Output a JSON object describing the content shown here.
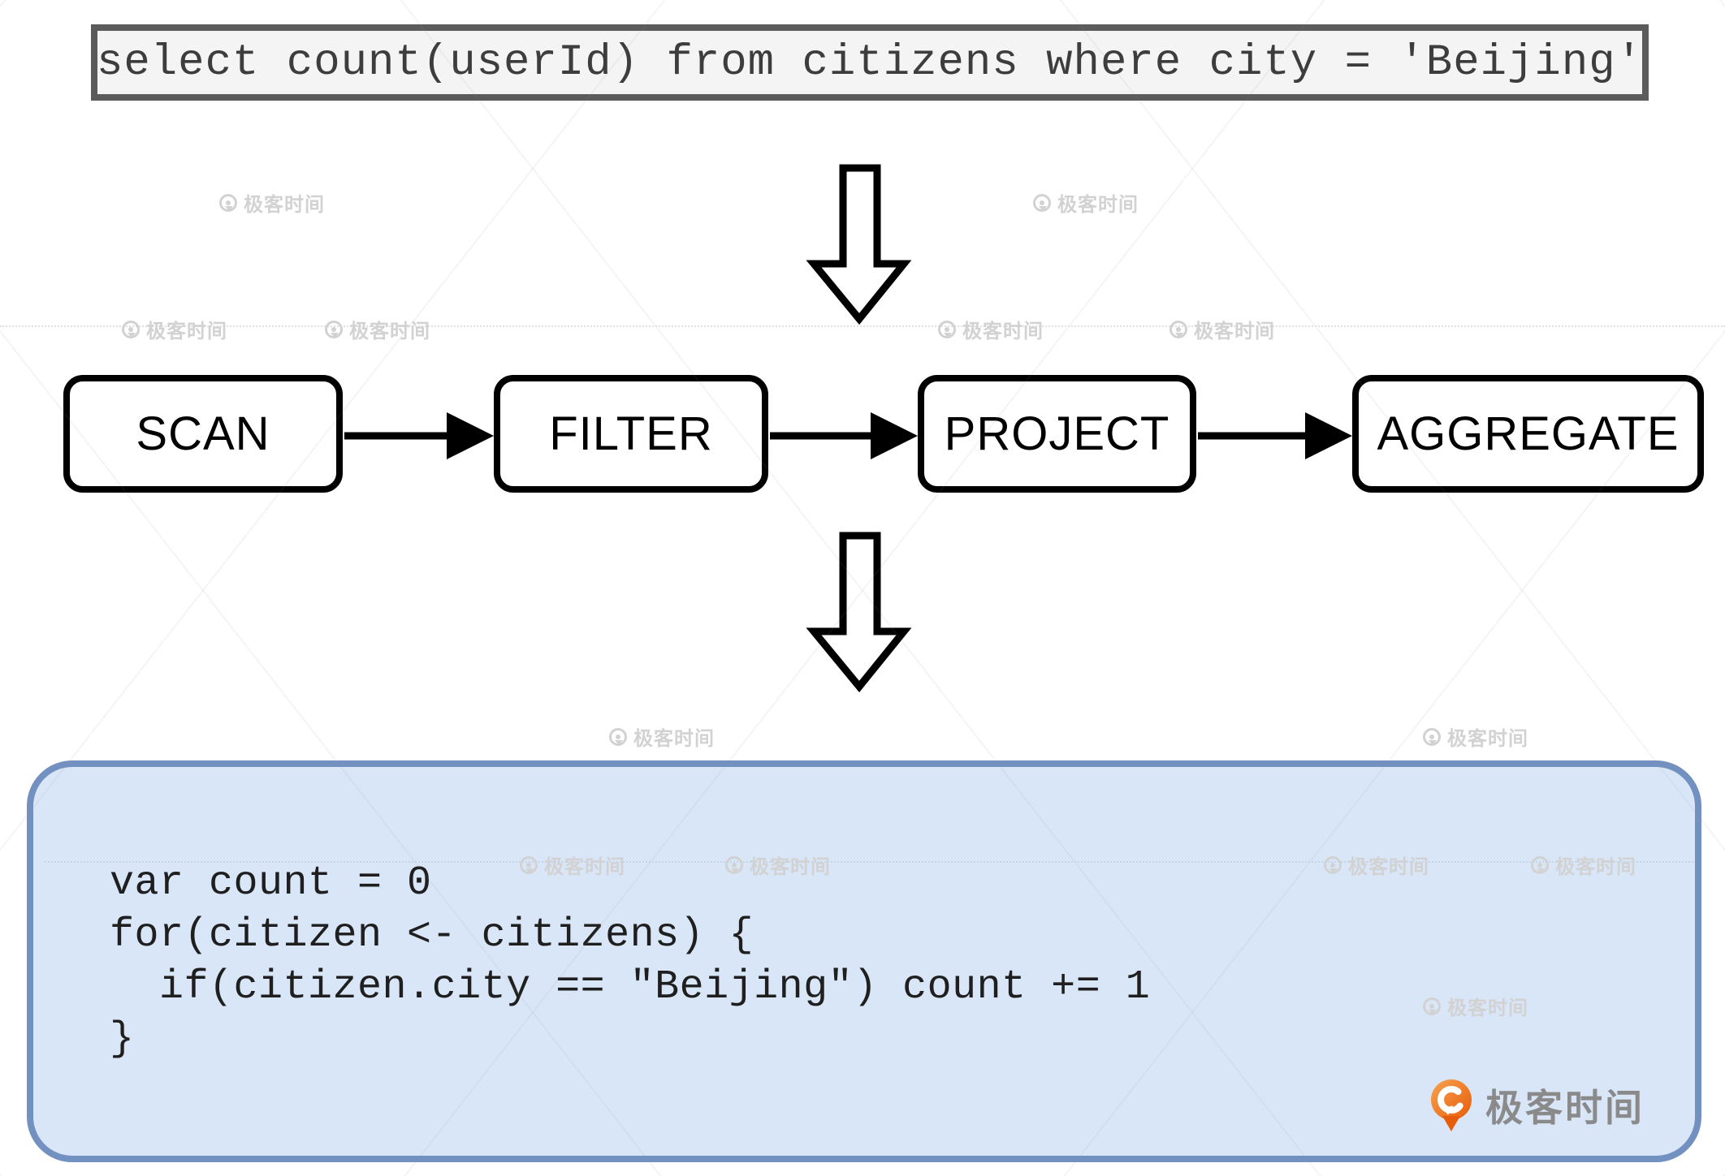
{
  "sql": {
    "query": "select count(userId) from citizens where city = 'Beijing'"
  },
  "pipeline": {
    "stages": [
      "SCAN",
      "FILTER",
      "PROJECT",
      "AGGREGATE"
    ]
  },
  "code": {
    "text": "var count = 0\nfor(citizen <- citizens) {\n  if(citizen.city == \"Beijing\") count += 1\n}"
  },
  "branding": {
    "logo_text": "极客时间"
  },
  "watermark": {
    "label": "极客时间"
  },
  "colors": {
    "sql_box_border": "#5b5b5b",
    "sql_box_bg": "#f4f4f4",
    "stage_box_border": "#000000",
    "code_box_border": "#7290c0",
    "code_box_bg": "#d9e6f7",
    "logo_orange": "#ee6f17",
    "logo_text_gray": "#8a8a8a",
    "watermark_gray": "#d2d2d2"
  }
}
